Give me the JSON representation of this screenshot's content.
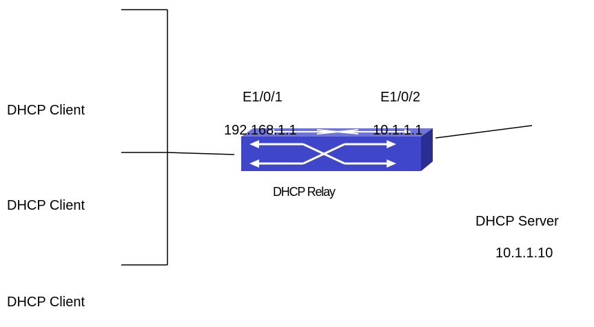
{
  "clients": [
    "DHCP Client",
    "DHCP Client",
    "DHCP Client"
  ],
  "relay": {
    "label": "DHCP Relay",
    "port_left": "E1/0/1",
    "ip_left": "192.168.1.1",
    "port_right": "E1/0/2",
    "ip_right": "10.1.1.1"
  },
  "server": {
    "label": "DHCP Server",
    "ip": "10.1.1.10"
  },
  "colors": {
    "switch_top": "#6f74d8",
    "switch_front": "#3f46c9",
    "switch_side": "#2a2f8f",
    "switch_arrows": "#ffffff",
    "lines": "#000000"
  }
}
